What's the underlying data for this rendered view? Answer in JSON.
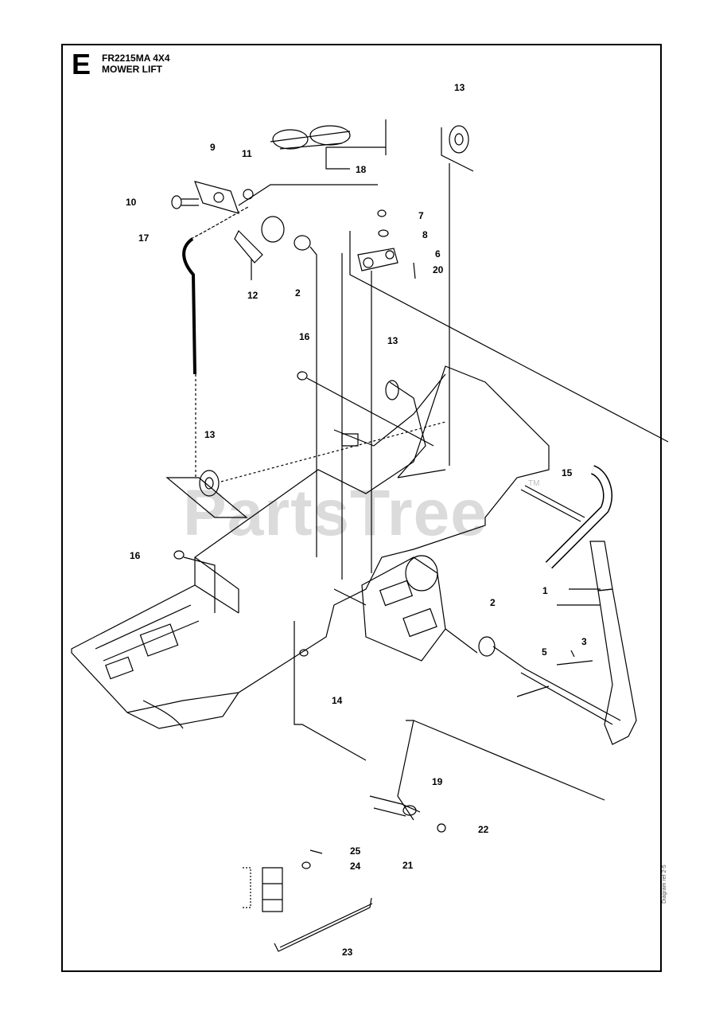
{
  "section_letter": "E",
  "title": {
    "line1": "FR2215MA 4X4",
    "line2": "MOWER LIFT"
  },
  "watermark": {
    "text": "PartsTree",
    "trademark": "TM"
  },
  "side_code": "Diagram ref 2-5",
  "callouts": {
    "c13_top": "13",
    "c18": "18",
    "c9": "9",
    "c11": "11",
    "c10": "10",
    "c7": "7",
    "c8": "8",
    "c6": "6",
    "c20": "20",
    "c17": "17",
    "c12": "12",
    "c2_top": "2",
    "c16_top": "16",
    "c13_mid": "13",
    "c13_left": "13",
    "c15": "15",
    "c16_left": "16",
    "c1": "1",
    "c2_right": "2",
    "c5": "5",
    "c3": "3",
    "c14": "14",
    "c19": "19",
    "c22": "22",
    "c25": "25",
    "c24": "24",
    "c21": "21",
    "c23": "23"
  }
}
